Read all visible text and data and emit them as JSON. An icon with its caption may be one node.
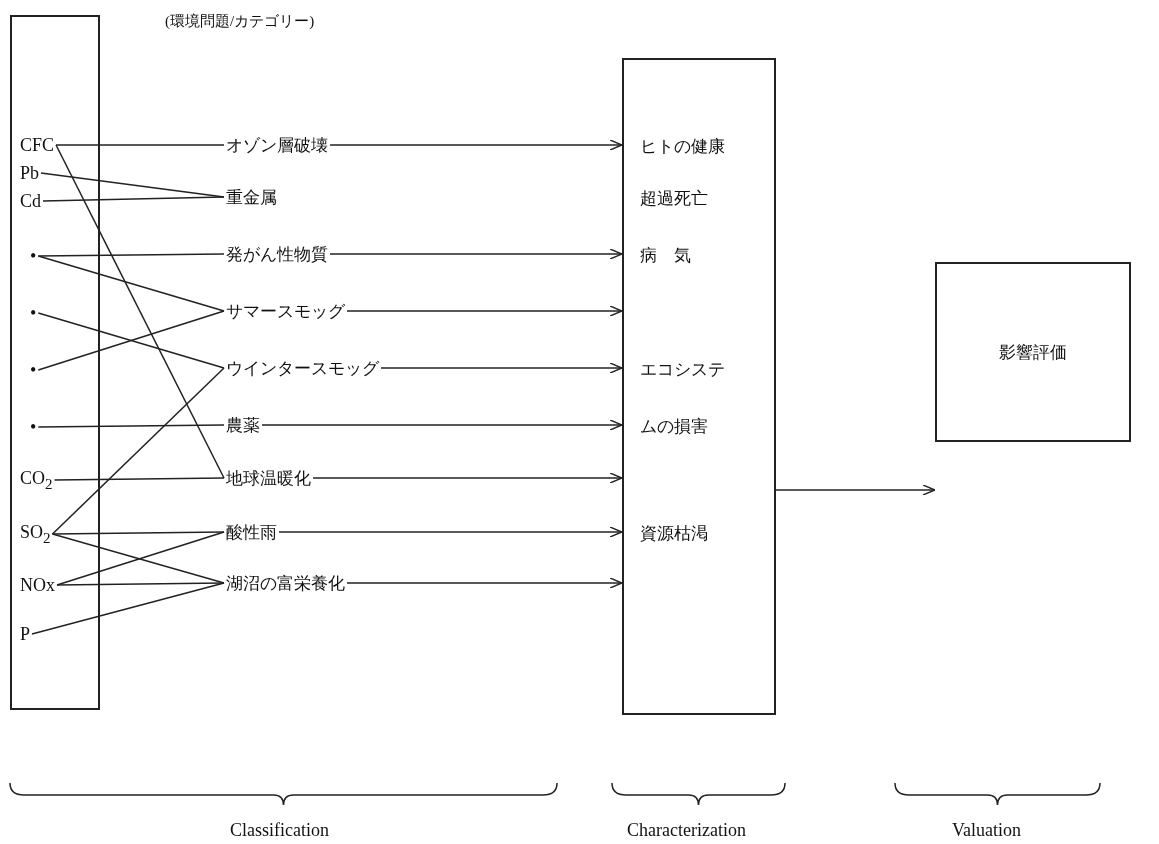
{
  "diagram": {
    "nodes": [
      {
        "text": [],
        "shape": "box"
      },
      {
        "text": [
          "CFC"
        ],
        "in": 0
      },
      {
        "text": [
          "Pb"
        ],
        "in": 0
      },
      {
        "text": [
          "Cd"
        ],
        "in": 0
      },
      {
        "text": [
          "•"
        ],
        "in": 0
      },
      {
        "text": [
          "•"
        ],
        "in": 0
      },
      {
        "text": [
          "•"
        ],
        "in": 0
      },
      {
        "text": [
          "•"
        ],
        "in": 0
      },
      {
        "text": [
          "CO$_{2}$"
        ],
        "in": 0
      },
      {
        "text": [
          "SO$_{2}$"
        ],
        "in": 0
      },
      {
        "text": [
          "NOx"
        ],
        "in": 0
      },
      {
        "text": [
          "P"
        ],
        "in": 0
      },
      {
        "text": [
          "オゾン層破壊"
        ]
      },
      {
        "text": [
          "重金属"
        ]
      },
      {
        "text": [
          "発がん性物質"
        ]
      },
      {
        "text": [
          "サマースモッグ"
        ]
      },
      {
        "text": [
          "ウインタースモッグ"
        ]
      },
      {
        "text": [
          "農薬"
        ]
      },
      {
        "text": [
          "地球温暖化"
        ]
      },
      {
        "text": [
          "酸性雨"
        ]
      },
      {
        "text": [
          "湖沼の富栄養化"
        ]
      },
      {
        "text": [
          "ヒトの健康",
          "超過死亡",
          "病　気",
          "エコシステムの損害",
          "資源枯渇"
        ]
      },
      {
        "text": [
          "影響評価"
        ]
      }
    ],
    "edges": [
      {
        "from": 1,
        "to": 12,
        "arrow": "none"
      },
      {
        "from": 1,
        "to": 18,
        "arrow": "none"
      },
      {
        "from": 2,
        "to": 13,
        "arrow": "none"
      },
      {
        "from": 3,
        "to": 13,
        "arrow": "none"
      },
      {
        "from": 4,
        "to": 14,
        "arrow": "none"
      },
      {
        "from": 4,
        "to": 15,
        "arrow": "none"
      },
      {
        "from": 5,
        "to": 16,
        "arrow": "none"
      },
      {
        "from": 6,
        "to": 15,
        "arrow": "none"
      },
      {
        "from": 7,
        "to": 17,
        "arrow": "none"
      },
      {
        "from": 8,
        "to": 18,
        "arrow": "none"
      },
      {
        "from": 9,
        "to": 19,
        "arrow": "none"
      },
      {
        "from": 9,
        "to": 20,
        "arrow": "none"
      },
      {
        "from": 9,
        "to": 16,
        "arrow": "none"
      },
      {
        "from": 10,
        "to": 19,
        "arrow": "none"
      },
      {
        "from": 10,
        "to": 20,
        "arrow": "none"
      },
      {
        "from": 11,
        "to": 20,
        "arrow": "none"
      },
      {
        "from": 12,
        "to": 21,
        "arrow": "to"
      },
      {
        "from": 14,
        "to": 21,
        "arrow": "to"
      },
      {
        "from": 15,
        "to": 21,
        "arrow": "to"
      },
      {
        "from": 16,
        "to": 21,
        "arrow": "to"
      },
      {
        "from": 17,
        "to": 21,
        "arrow": "to"
      },
      {
        "from": 18,
        "to": 21,
        "arrow": "to"
      },
      {
        "from": 19,
        "to": 21,
        "arrow": "to"
      },
      {
        "from": 20,
        "to": 21,
        "arrow": "to"
      },
      {
        "from": 21,
        "to": 22,
        "arrow": "to"
      }
    ],
    "labels": [
      "(環境問題/カテゴリー)",
      "Classification",
      "Characterization",
      "Valuation"
    ]
  }
}
